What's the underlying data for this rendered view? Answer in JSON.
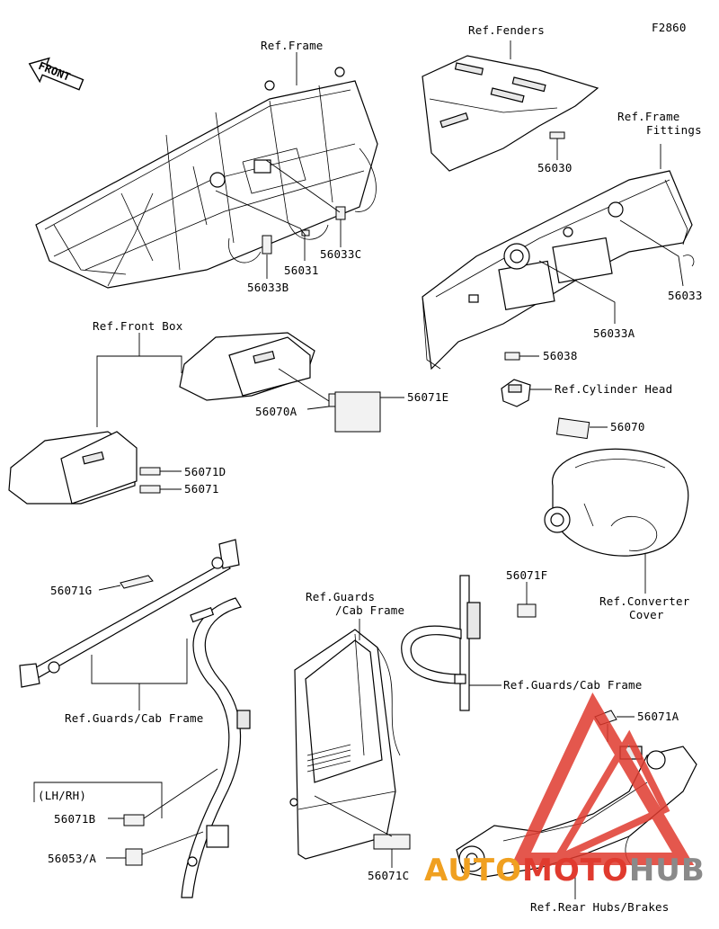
{
  "figure_code": "F2860",
  "front_arrow": "FRONT",
  "labels": {
    "ref_frame": "Ref.Frame",
    "ref_fenders": "Ref.Fenders",
    "ref_frame_fittings_1": "Ref.Frame",
    "ref_frame_fittings_2": "Fittings",
    "ref_front_box": "Ref.Front Box",
    "ref_cylinder_head": "Ref.Cylinder Head",
    "ref_converter_cover_1": "Ref.Converter",
    "ref_converter_cover_2": "Cover",
    "ref_guards_cab_frame_left": "Ref.Guards/Cab Frame",
    "ref_guards_cab_frame_mid_1": "Ref.Guards",
    "ref_guards_cab_frame_mid_2": "/Cab Frame",
    "ref_guards_cab_frame_right": "Ref.Guards/Cab Frame",
    "ref_rear_hubs_brakes": "Ref.Rear Hubs/Brakes",
    "lh_rh": "(LH/RH)"
  },
  "parts": {
    "p56030": "56030",
    "p56033c": "56033C",
    "p56031": "56031",
    "p56033b": "56033B",
    "p56033": "56033",
    "p56033a": "56033A",
    "p56038": "56038",
    "p56070a": "56070A",
    "p56071e": "56071E",
    "p56070": "56070",
    "p56071d": "56071D",
    "p56071": "56071",
    "p56071g": "56071G",
    "p56071f": "56071F",
    "p56071a": "56071A",
    "p56071b": "56071B",
    "p56053a": "56053/A",
    "p56071c": "56071C"
  },
  "watermark": {
    "text_a": "AUTO",
    "text_b": "MOTO",
    "text_c": "HUB",
    "color_red": "#e03a2e",
    "color_orange": "#f0a020",
    "color_grey": "#8a8a8a"
  }
}
